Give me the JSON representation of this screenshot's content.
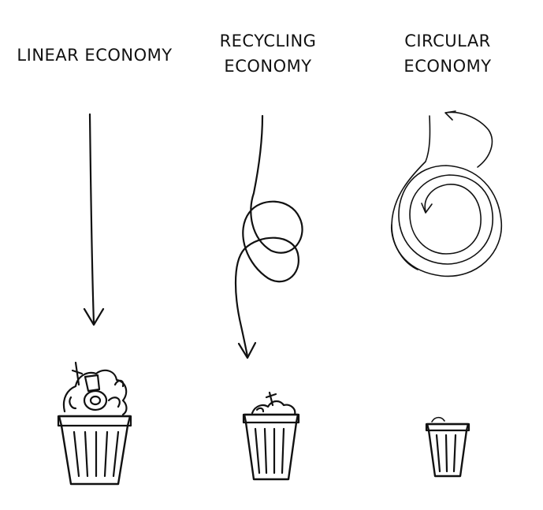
{
  "labels": {
    "linear": "LINEAR ECONOMY",
    "recycling_line1": "RECYCLING",
    "recycling_line2": "ECONOMY",
    "circular_line1": "CIRCULAR",
    "circular_line2": "ECONOMY"
  },
  "icons": {
    "linear": "overflowing-trash-bin-icon",
    "recycling": "half-full-trash-bin-icon",
    "circular": "nearly-empty-trash-bin-icon"
  },
  "colors": {
    "ink": "#111111",
    "background": "#ffffff"
  }
}
